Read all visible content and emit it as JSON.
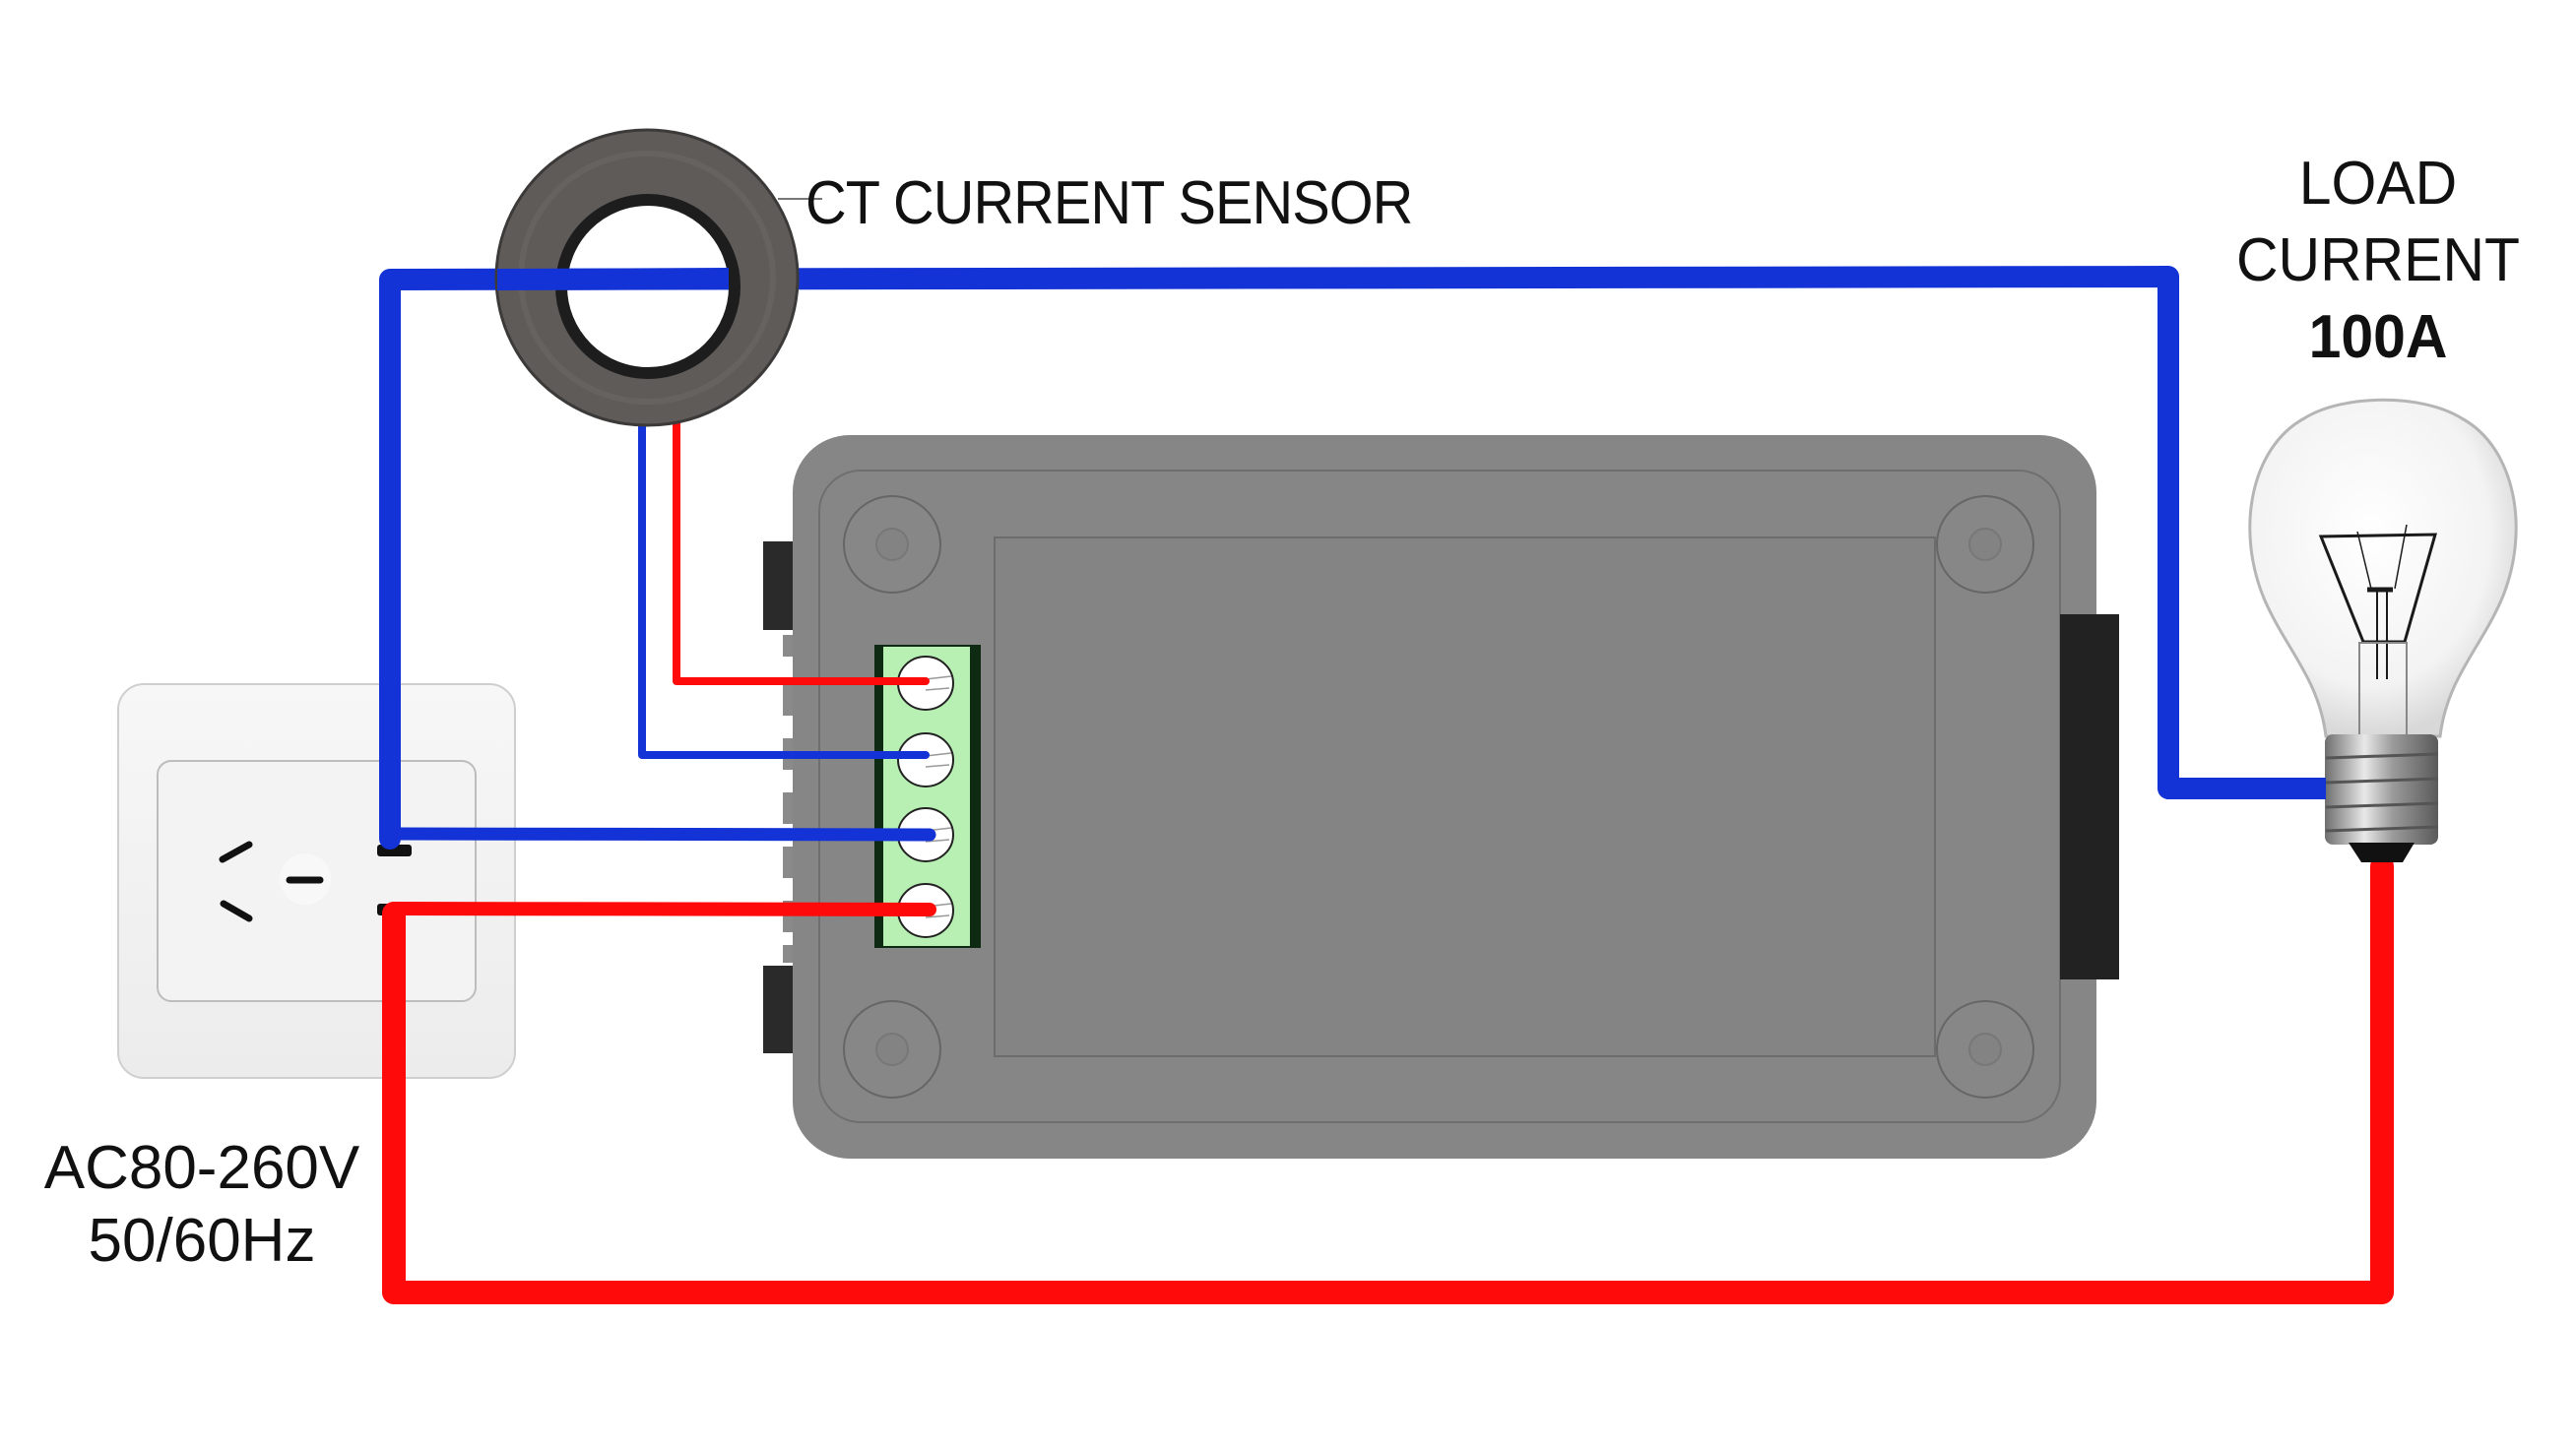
{
  "diagram": {
    "title": "CT current sensor wiring diagram",
    "labels": {
      "ct_sensor": "CT CURRENT SENSOR",
      "load_line1": "LOAD",
      "load_line2": "CURRENT",
      "load_value": "100A",
      "supply_voltage": "AC80-260V",
      "supply_frequency": "50/60Hz"
    },
    "components": [
      {
        "id": "ct-sensor",
        "name": "CT current sensor (toroidal ring)"
      },
      {
        "id": "meter-module",
        "name": "Meter module with 4-pin terminal block"
      },
      {
        "id": "wall-outlet",
        "name": "AC wall outlet"
      },
      {
        "id": "load-bulb",
        "name": "Incandescent light bulb (load)"
      }
    ],
    "terminal_block": {
      "pins": [
        {
          "index": 1,
          "wire": "CT red"
        },
        {
          "index": 2,
          "wire": "CT blue"
        },
        {
          "index": 3,
          "wire": "neutral blue"
        },
        {
          "index": 4,
          "wire": "live red"
        }
      ]
    },
    "colors": {
      "wire_blue": "#1433d6",
      "wire_red": "#ff0a0a",
      "module_body": "#868686",
      "terminal_green": "#b8f0b4",
      "connector_black": "#222222",
      "ct_ring": "#5e5b59",
      "outlet_white": "#f4f4f4"
    }
  }
}
